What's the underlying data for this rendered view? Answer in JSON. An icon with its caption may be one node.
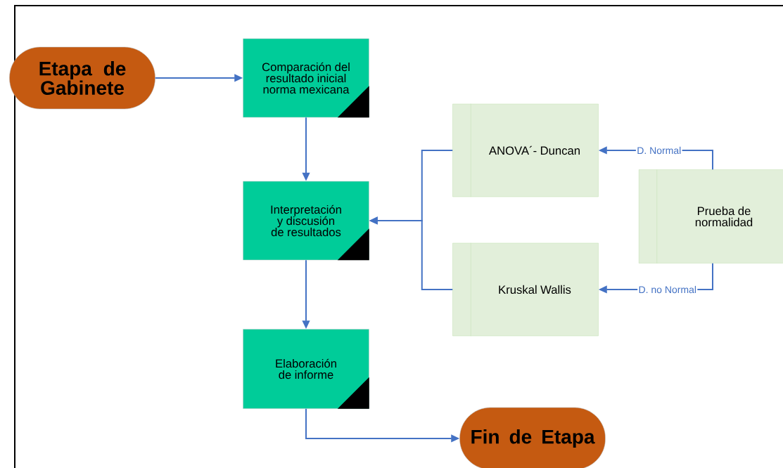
{
  "diagram": {
    "nodes": [
      {
        "text": [
          "Etapa de Gabinete"
        ]
      },
      {
        "text": [
          "Comparación del resultado inicial norma mexicana"
        ]
      },
      {
        "text": [
          "Interpretación y discusión de resultados"
        ]
      },
      {
        "text": [
          "Elaboración de informe"
        ]
      },
      {
        "text": [
          "Fin de Etapa"
        ]
      },
      {
        "text": [
          "ANOVA´- Duncan"
        ]
      },
      {
        "text": [
          "Kruskal Wallis"
        ]
      },
      {
        "text": [
          "Prueba de normalidad"
        ]
      }
    ],
    "edges": [
      {
        "from": 0,
        "to": 1,
        "arrow": "to"
      },
      {
        "from": 1,
        "to": 2,
        "arrow": "to"
      },
      {
        "from": 2,
        "to": 3,
        "arrow": "to"
      },
      {
        "from": 3,
        "to": 4,
        "arrow": "to"
      },
      {
        "from": 5,
        "to": 2,
        "arrow": "to"
      },
      {
        "from": 6,
        "to": 2,
        "arrow": "to"
      },
      {
        "from": 7,
        "to": 5,
        "arrow": "to",
        "label": "D. Normal"
      },
      {
        "from": 7,
        "to": 6,
        "arrow": "to",
        "label": "D. no Normal"
      }
    ]
  }
}
